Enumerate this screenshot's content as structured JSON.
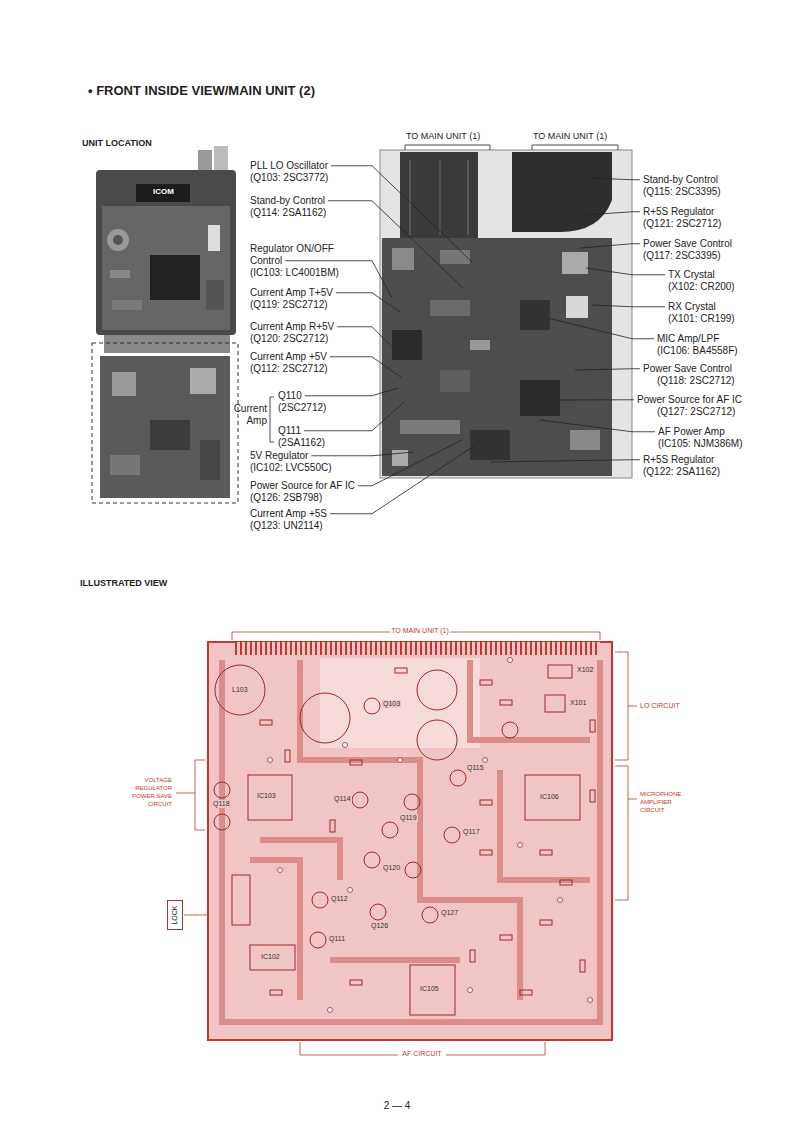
{
  "diagram": {
    "title": "• FRONT INSIDE VIEW/MAIN UNIT (2)",
    "nodes": [
      {
        "text": [
          "LOCK"
        ]
      }
    ],
    "labels": [
      "UNIT LOCATION",
      "ICOM",
      "TO MAIN UNIT (1)",
      "TO MAIN UNIT (1)",
      "PLL LO Oscillator",
      "(Q103: 2SC3772)",
      "Stand-by Control",
      "(Q114: 2SA1162)",
      "Regulator ON/OFF",
      "Control",
      "(IC103: LC4001BM)",
      "Current Amp T+5V",
      "(Q119: 2SC2712)",
      "Current Amp R+5V",
      "(Q120: 2SC2712)",
      "Current Amp +5V",
      "(Q112: 2SC2712)",
      "Q110",
      "(2SC2712)",
      "Current",
      "Amp",
      "Q111",
      "(2SA1162)",
      "5V Regulator",
      "(IC102: LVC550C)",
      "Power Source for AF IC",
      "(Q126: 2SB798)",
      "Current Amp +5S",
      "(Q123: UN2114)",
      "Stand-by Control",
      "(Q115: 2SC3395)",
      "R+5S Regulator",
      "(Q121: 2SC2712)",
      "Power Save Control",
      "(Q117: 2SC3395)",
      "TX Crystal",
      "(X102: CR200)",
      "RX Crystal",
      "(X101: CR199)",
      "MIC Amp/LPF",
      "(IC106: BA4558F)",
      "Power Save Control",
      "(Q118: 2SC2712)",
      "Power Source for AF IC",
      "(Q127: 2SC2712)",
      "AF Power Amp",
      "(IC105: NJM386M)",
      "R+5S Regulator",
      "(Q122: 2SA1162)",
      "ILLUSTRATED VIEW",
      "TO MAIN UNIT (1)",
      "LO CIRCUIT",
      "MICROPHONE",
      "AMPLIFIER",
      "CIRCUIT",
      "VOLTAGE",
      "REGULATOR",
      "POWER SAVE",
      "CIRCUIT",
      "AF CIRCUIT",
      "2 — 4",
      "IC103",
      "IC105",
      "IC106",
      "Q115",
      "Q114",
      "Q117",
      "Q119",
      "Q120",
      "Q112",
      "Q111",
      "Q127",
      "Q126",
      "Q118",
      "X101",
      "X102",
      "L103",
      "Q103",
      "IC102"
    ]
  }
}
